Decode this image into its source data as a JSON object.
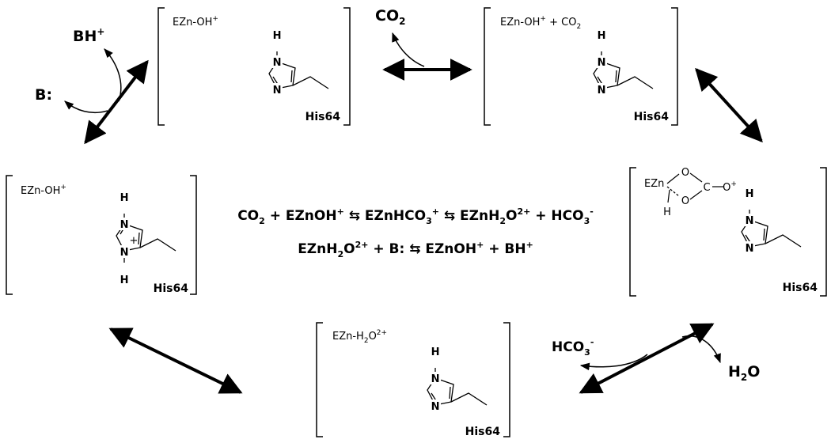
{
  "states": {
    "top_left": {
      "label": "EZn-OH",
      "charge": "+",
      "residue": "His64"
    },
    "top_right": {
      "label": "EZn-OH",
      "charge": "+",
      "extra": " + CO",
      "extra_sub": "2",
      "residue": "His64"
    },
    "right": {
      "ezn": "EZn",
      "o": "O",
      "c": "C",
      "o_charge": "+",
      "h": "H",
      "residue": "His64"
    },
    "bottom": {
      "label": "EZn-H",
      "sub": "2",
      "o": "O",
      "charge": "2+",
      "residue": "His64"
    },
    "left": {
      "label": "EZn-OH",
      "charge": "+",
      "ring_charge": "+",
      "residue": "His64"
    }
  },
  "species": {
    "co2": "CO",
    "co2_sub": "2",
    "bh": "BH",
    "bh_sup": "+",
    "b": "B:",
    "hco3": "HCO",
    "hco3_sub": "3",
    "hco3_sup": "-",
    "h2o_h": "H",
    "h2o_sub": "2",
    "h2o_o": "O"
  },
  "imidazole": {
    "n": "N",
    "h": "H"
  },
  "equations": {
    "eq1": {
      "a": "CO",
      "a_sub": "2",
      "b": " + EZnOH",
      "b_sup": "+",
      "c": " ⇆ EZnHCO",
      "c_sub": "3",
      "c_sup": "+",
      "d": " ⇆ EZnH",
      "d_sub": "2",
      "d_o": "O",
      "d_sup": "2+",
      "e": " + HCO",
      "e_sub": "3",
      "e_sup": "-"
    },
    "eq2": {
      "a": "EZnH",
      "a_sub": "2",
      "a_o": "O",
      "a_sup": "2+",
      "b": " + B: ⇆ EZnOH",
      "b_sup": "+",
      "c": " + BH",
      "c_sup": "+"
    }
  }
}
